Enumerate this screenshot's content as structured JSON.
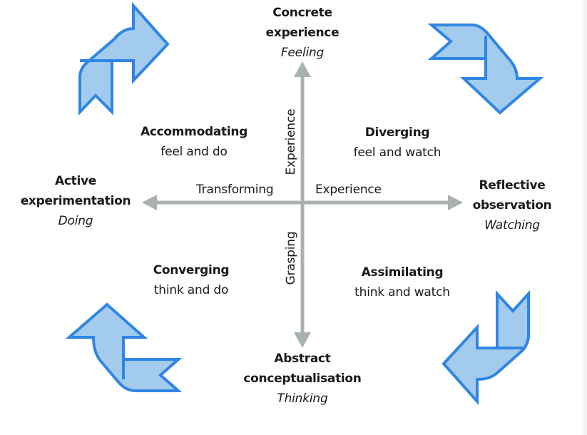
{
  "title": "Kolb learning cycle",
  "colors": {
    "arrow_fill": "#a3cbee",
    "arrow_stroke": "#2f86e4",
    "axis": "#a9b2b0",
    "text": "#1a1a1a"
  },
  "poles": {
    "top": {
      "title_line1": "Concrete",
      "title_line2": "experience",
      "mode": "Feeling"
    },
    "left": {
      "title_line1": "Active",
      "title_line2": "experimentation",
      "mode": "Doing"
    },
    "right": {
      "title_line1": "Reflective",
      "title_line2": "observation",
      "mode": "Watching"
    },
    "bottom": {
      "title_line1": "Abstract",
      "title_line2": "conceptualisation",
      "mode": "Thinking"
    }
  },
  "axis_labels": {
    "vertical_upper": "Experience",
    "vertical_lower": "Grasping",
    "horizontal_left": "Transforming",
    "horizontal_right": "Experience"
  },
  "styles": [
    {
      "name": "Accommodating",
      "desc": "feel and do",
      "quadrant": "top-left"
    },
    {
      "name": "Diverging",
      "desc": "feel and watch",
      "quadrant": "top-right"
    },
    {
      "name": "Converging",
      "desc": "think and do",
      "quadrant": "bottom-left"
    },
    {
      "name": "Assimilating",
      "desc": "think and watch",
      "quadrant": "bottom-right"
    }
  ],
  "cycle_arrows": [
    {
      "corner": "top-left",
      "icon": "curved-arrow-right-icon"
    },
    {
      "corner": "top-right",
      "icon": "curved-arrow-down-icon"
    },
    {
      "corner": "bottom-right",
      "icon": "curved-arrow-left-icon"
    },
    {
      "corner": "bottom-left",
      "icon": "curved-arrow-up-icon"
    }
  ]
}
